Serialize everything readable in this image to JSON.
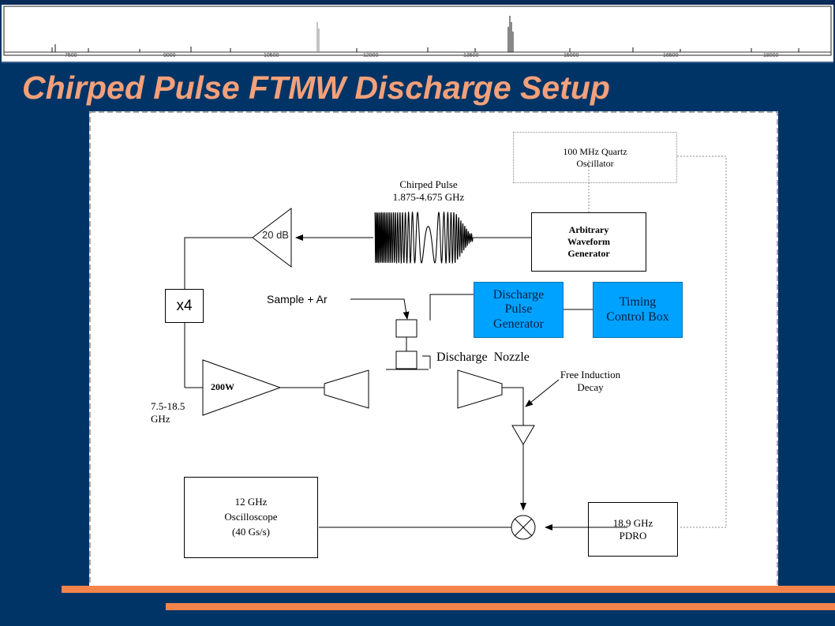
{
  "slide": {
    "title": "Chirped Pulse FTMW Discharge Setup"
  },
  "spectrum_axis": {
    "ticks": [
      "7500",
      "9000",
      "10500",
      "12000",
      "13500",
      "15000",
      "16500",
      "18000"
    ]
  },
  "diagram": {
    "oscillator": {
      "line1": "100 MHz Quartz",
      "line2": "Oscillator"
    },
    "chirp": {
      "line1": "Chirped Pulse",
      "line2": "1.875-4.675 GHz"
    },
    "awg": {
      "line1": "Arbitrary",
      "line2": "Waveform",
      "line3": "Generator"
    },
    "amp20": {
      "label": "20 dB"
    },
    "multiplier": {
      "label": "x4"
    },
    "sample": {
      "label": "Sample + Ar"
    },
    "discharge_gen": {
      "line1": "Discharge",
      "line2": "Pulse",
      "line3": "Generator"
    },
    "timing": {
      "line1": "Timing",
      "line2": "Control Box"
    },
    "nozzle": {
      "label": "Discharge  Nozzle"
    },
    "fid": {
      "line1": "Free Induction",
      "line2": "Decay"
    },
    "amp200": {
      "label": "200W"
    },
    "freq_range": {
      "line1": "7.5-18.5",
      "line2": "GHz"
    },
    "scope": {
      "line1": "12 GHz",
      "line2": "Oscilloscope",
      "line3": "(40 Gs/s)"
    },
    "pdro": {
      "line1": "18.9 GHz",
      "line2": "PDRO"
    }
  },
  "colors": {
    "background": "#003466",
    "title": "#f4a07a",
    "stripe": "#f4844b",
    "module_fill": "#00a2ff"
  }
}
